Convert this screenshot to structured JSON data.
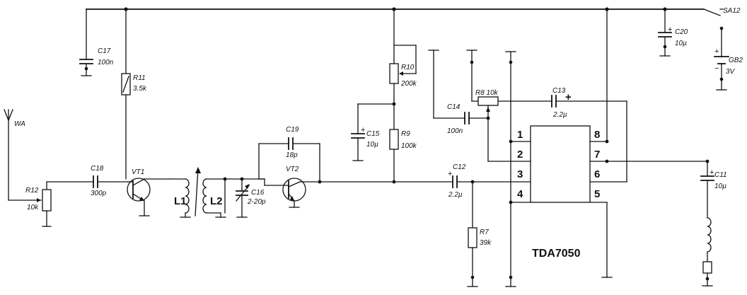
{
  "ic": {
    "name": "TDA7050",
    "pins_left": [
      "1",
      "2",
      "3",
      "4"
    ],
    "pins_right": [
      "8",
      "7",
      "6",
      "5"
    ]
  },
  "labels": {
    "antenna": "WA",
    "switch": "SA12",
    "battery": "GB2",
    "battery_v": "3V",
    "C17": "C17",
    "C17v": "100n",
    "R11": "R11",
    "R11v": "3.5k",
    "R12": "R12",
    "R12v": "10k",
    "C18": "C18",
    "C18v": "300p",
    "VT1": "VT1",
    "L1": "L1",
    "L2": "L2",
    "C16": "C16",
    "C16v": "2-20p",
    "C19": "C19",
    "C19v": "18p",
    "VT2": "VT2",
    "R10": "R10",
    "R10v": "200k",
    "C15": "C15",
    "C15v": "10µ",
    "R9": "R9",
    "R9v": "100k",
    "C14": "C14",
    "C14v": "100n",
    "R8": "R8 10k",
    "C13": "C13",
    "C13v": "2.2µ",
    "C12": "C12",
    "C12v": "2.2µ",
    "R7": "R7",
    "R7v": "39k",
    "C20": "C20",
    "C20v": "10µ",
    "C11": "C11",
    "C11v": "10µ"
  }
}
